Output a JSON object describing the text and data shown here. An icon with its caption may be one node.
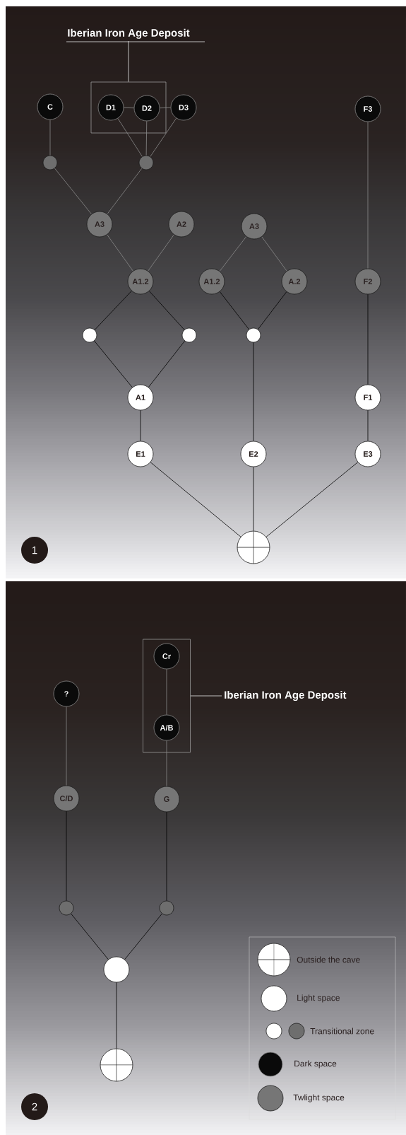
{
  "diagram": {
    "nodes": [
      {
        "text": [
          "Iberian Iron Age Deposit"
        ]
      },
      {
        "text": [
          "C"
        ]
      },
      {
        "text": [],
        "shape": "box"
      },
      {
        "text": [
          "D1"
        ],
        "in": 2
      },
      {
        "text": [
          "D2"
        ],
        "in": 2
      },
      {
        "text": [
          "D3"
        ]
      },
      {
        "text": [
          "F3"
        ]
      },
      {
        "text": [],
        "shape": "circle"
      },
      {
        "text": [],
        "shape": "circle"
      },
      {
        "text": [
          "A3"
        ]
      },
      {
        "text": [
          "A2"
        ]
      },
      {
        "text": [
          "A3"
        ]
      },
      {
        "text": [
          "A1.2"
        ]
      },
      {
        "text": [
          "A1.2"
        ]
      },
      {
        "text": [
          "A.2"
        ]
      },
      {
        "text": [
          "F2"
        ]
      },
      {
        "text": [],
        "shape": "circle"
      },
      {
        "text": [],
        "shape": "circle"
      },
      {
        "text": [],
        "shape": "circle"
      },
      {
        "text": [
          "A1"
        ]
      },
      {
        "text": [
          "F1"
        ]
      },
      {
        "text": [
          "E1"
        ]
      },
      {
        "text": [
          "E2"
        ]
      },
      {
        "text": [
          "E3"
        ]
      },
      {
        "text": [],
        "shape": "circle"
      },
      {
        "text": [],
        "shape": "box"
      },
      {
        "text": [
          "Cr"
        ],
        "in": 25
      },
      {
        "text": [
          "Iberian Iron Age Deposit"
        ]
      },
      {
        "text": [
          "?"
        ]
      },
      {
        "text": [
          "A/B"
        ],
        "in": 25
      },
      {
        "text": [
          "C/D"
        ]
      },
      {
        "text": [
          "G"
        ]
      },
      {
        "text": [],
        "shape": "circle"
      },
      {
        "text": [],
        "shape": "circle"
      },
      {
        "text": [],
        "shape": "circle"
      },
      {
        "text": [],
        "shape": "circle"
      }
    ],
    "edges": [
      {
        "from": 0,
        "to": 2,
        "arrow": "none",
        "color": "#e8e8e8"
      },
      {
        "from": 1,
        "to": 7,
        "arrow": "none",
        "color": "#8a8a8a"
      },
      {
        "from": 3,
        "to": 4,
        "arrow": "none",
        "color": "#8a8a8a"
      },
      {
        "from": 4,
        "to": 5,
        "arrow": "none",
        "color": "#8a8a8a"
      },
      {
        "from": 3,
        "to": 8,
        "arrow": "none",
        "color": "#8a8a8a"
      },
      {
        "from": 4,
        "to": 8,
        "arrow": "none",
        "color": "#8a8a8a"
      },
      {
        "from": 5,
        "to": 8,
        "arrow": "none",
        "color": "#8a8a8a"
      },
      {
        "from": 7,
        "to": 9,
        "arrow": "none",
        "color": "#8a8a8a"
      },
      {
        "from": 8,
        "to": 9,
        "arrow": "none",
        "color": "#8a8a8a"
      },
      {
        "from": 9,
        "to": 12,
        "arrow": "none",
        "color": "#8a8a8a"
      },
      {
        "from": 10,
        "to": 12,
        "arrow": "none",
        "color": "#8a8a8a"
      },
      {
        "from": 11,
        "to": 13,
        "arrow": "none",
        "color": "#8a8a8a"
      },
      {
        "from": 11,
        "to": 14,
        "arrow": "none",
        "color": "#8a8a8a"
      },
      {
        "from": 6,
        "to": 15,
        "arrow": "none",
        "color": "#8a8a8a"
      },
      {
        "from": 12,
        "to": 16,
        "arrow": "none"
      },
      {
        "from": 12,
        "to": 17,
        "arrow": "none"
      },
      {
        "from": 16,
        "to": 19,
        "arrow": "none"
      },
      {
        "from": 17,
        "to": 19,
        "arrow": "none"
      },
      {
        "from": 13,
        "to": 18,
        "arrow": "none"
      },
      {
        "from": 14,
        "to": 18,
        "arrow": "none"
      },
      {
        "from": 18,
        "to": 22,
        "arrow": "none"
      },
      {
        "from": 15,
        "to": 20,
        "arrow": "none"
      },
      {
        "from": 19,
        "to": 21,
        "arrow": "none"
      },
      {
        "from": 20,
        "to": 23,
        "arrow": "none"
      },
      {
        "from": 21,
        "to": 24,
        "arrow": "none"
      },
      {
        "from": 22,
        "to": 24,
        "arrow": "none"
      },
      {
        "from": 23,
        "to": 24,
        "arrow": "none"
      },
      {
        "from": 27,
        "to": 25,
        "arrow": "none",
        "color": "#e8e8e8"
      },
      {
        "from": 28,
        "to": 30,
        "arrow": "none",
        "color": "#8a8a8a"
      },
      {
        "from": 26,
        "to": 29,
        "arrow": "none",
        "color": "#8a8a8a"
      },
      {
        "from": 29,
        "to": 31,
        "arrow": "none",
        "color": "#8a8a8a"
      },
      {
        "from": 30,
        "to": 32,
        "arrow": "none"
      },
      {
        "from": 31,
        "to": 33,
        "arrow": "none"
      },
      {
        "from": 32,
        "to": 34,
        "arrow": "none"
      },
      {
        "from": 33,
        "to": 34,
        "arrow": "none"
      },
      {
        "from": 34,
        "to": 35,
        "arrow": "none"
      }
    ],
    "labels": [
      "1",
      "2"
    ],
    "legend": [
      {
        "text": "Outside the cave"
      },
      {
        "text": "Light space"
      },
      {
        "text": "Transitional zone"
      },
      {
        "text": "Dark space"
      },
      {
        "text": "Twlight space"
      }
    ]
  }
}
